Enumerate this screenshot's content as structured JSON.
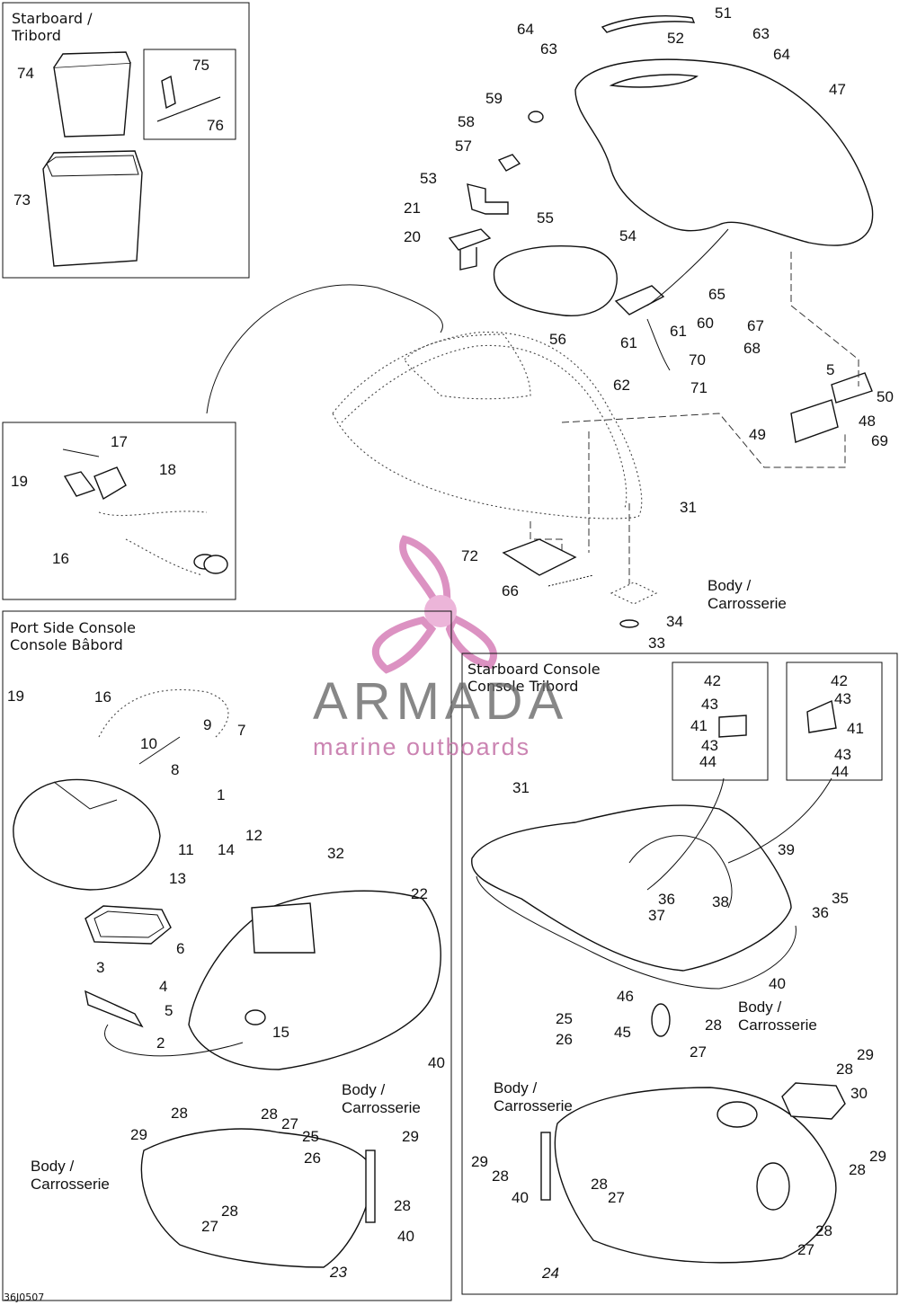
{
  "boxes": {
    "starboard_top": {
      "line1": "Starboard /",
      "line2": "Tribord"
    },
    "port_console": {
      "line1": "Port Side Console",
      "line2": "Console Bâbord"
    },
    "starboard_console": {
      "line1": "Starboard Console",
      "line2": "Console Tribord"
    }
  },
  "body_labels": {
    "center": {
      "line1": "Body /",
      "line2": "Carrosserie"
    },
    "port_left": {
      "line1": "Body /",
      "line2": "Carrosserie"
    },
    "port_right": {
      "line1": "Body /",
      "line2": "Carrosserie"
    },
    "stbd_left": {
      "line1": "Body /",
      "line2": "Carrosserie"
    },
    "stbd_right": {
      "line1": "Body /",
      "line2": "Carrosserie"
    }
  },
  "callouts": {
    "c51": "51",
    "c52": "52",
    "c63a": "63",
    "c64a": "64",
    "c63b": "63",
    "c64b": "64",
    "c47": "47",
    "c59": "59",
    "c58": "58",
    "c57": "57",
    "c53": "53",
    "c21": "21",
    "c20": "20",
    "c55": "55",
    "c54": "54",
    "c65": "65",
    "c60": "60",
    "c61a": "61",
    "c61b": "61",
    "c56": "56",
    "c70": "70",
    "c62": "62",
    "c71": "71",
    "c67": "67",
    "c68": "68",
    "c5a": "5",
    "c50": "50",
    "c49": "49",
    "c48": "48",
    "c69": "69",
    "c31a": "31",
    "c72": "72",
    "c66": "66",
    "c34": "34",
    "c33": "33",
    "c74": "74",
    "c73": "73",
    "c75": "75",
    "c76": "76",
    "c17": "17",
    "c18": "18",
    "c19a": "19",
    "c16a": "16",
    "c19b": "19",
    "c16b": "16",
    "c9": "9",
    "c7": "7",
    "c10": "10",
    "c8": "8",
    "c1": "1",
    "c12": "12",
    "c11": "11",
    "c14": "14",
    "c13": "13",
    "c32": "32",
    "c22": "22",
    "c6": "6",
    "c3": "3",
    "c4": "4",
    "c5b": "5",
    "c2": "2",
    "c15": "15",
    "c40a": "40",
    "c28a": "28",
    "c29a": "29",
    "c28b": "28",
    "c27a": "27",
    "c25a": "25",
    "c26a": "26",
    "c29b": "29",
    "c28c": "28",
    "c28d": "28",
    "c27b": "27",
    "c40b": "40",
    "c23": "23",
    "c42a": "42",
    "c43a": "43",
    "c41a": "41",
    "c43b": "43",
    "c44a": "44",
    "c42b": "42",
    "c43c": "43",
    "c41b": "41",
    "c43d": "43",
    "c44b": "44",
    "c31b": "31",
    "c39": "39",
    "c35": "35",
    "c36a": "36",
    "c37": "37",
    "c38": "38",
    "c36b": "36",
    "c40c": "40",
    "c46": "46",
    "c25b": "25",
    "c26b": "26",
    "c45": "45",
    "c28e": "28",
    "c27c": "27",
    "c29c": "29",
    "c28f": "28",
    "c30": "30",
    "c29d": "29",
    "c28g": "28",
    "c29e": "29",
    "c28h": "28",
    "c40d": "40",
    "c28i": "28",
    "c27d": "27",
    "c28j": "28",
    "c27e": "27",
    "c24": "24"
  },
  "watermark": {
    "brand": "ARMADA",
    "tagline": "marine outboards",
    "accent": "#e9a9d3",
    "ring": "#d77fb8"
  },
  "footer_code": "36J0507",
  "colors": {
    "line": "#111111",
    "background": "#ffffff"
  }
}
